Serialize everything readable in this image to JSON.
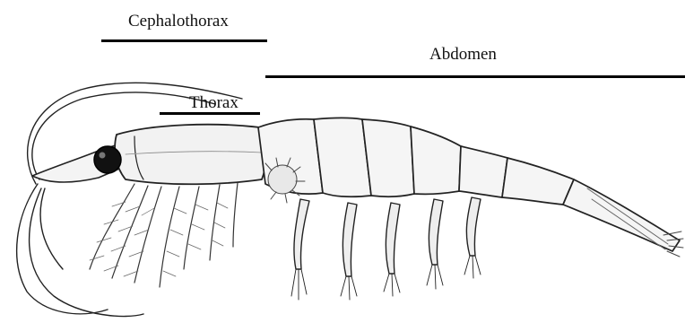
{
  "labels": {
    "cephalothorax": "Cephalothorax",
    "abdomen": "Abdomen",
    "thorax": "Thorax"
  },
  "illustration": {
    "icon": "krill-drawing-icon"
  }
}
